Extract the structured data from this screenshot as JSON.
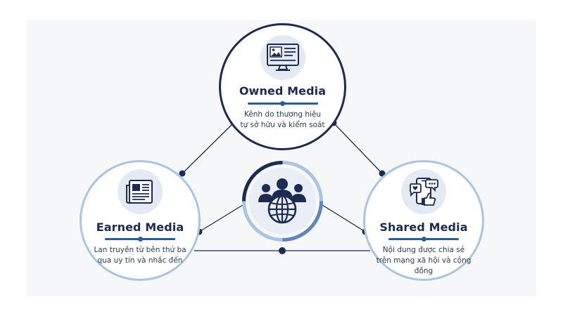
{
  "colors": {
    "navy": "#1c2b4f",
    "accent_blue": "#2f5b93",
    "light_blue": "#a9c5e2",
    "icon_bg": "#e3eaf3",
    "panel_bg": "#f6f7f9"
  },
  "nodes": {
    "owned": {
      "title": "Owned Media",
      "desc_line1": "Kênh do thương hiệu",
      "desc_line2": "tự sở hữu và kiểm soát",
      "icon": "monitor-image-icon"
    },
    "earned": {
      "title": "Earned Media",
      "desc_line1": "Lan truyền từ bên thứ ba",
      "desc_line2": "qua uy tín và nhắc đến",
      "icon": "newspaper-icon"
    },
    "shared": {
      "title": "Shared Media",
      "desc_line1": "Nội dung được chia sẻ",
      "desc_line2": "trên mạng xã hội và cộng đồng",
      "icon": "phone-social-icon"
    }
  },
  "hub": {
    "icon": "people-globe-icon"
  }
}
